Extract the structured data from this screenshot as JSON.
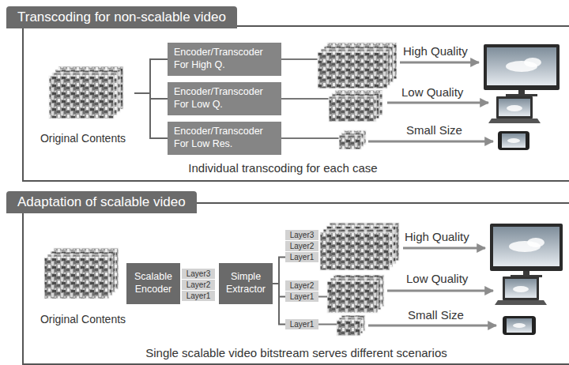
{
  "diagram": {
    "nodes": [
      {
        "text": [
          "Transcoding for non-scalable video",
          "Individual transcoding for each case"
        ]
      },
      {
        "text": [
          "Original Contents"
        ],
        "in": 0
      },
      {
        "text": [
          "Encoder/Transcoder For High Q."
        ],
        "in": 0
      },
      {
        "text": [
          "Encoder/Transcoder For Low Q."
        ],
        "in": 0
      },
      {
        "text": [
          "Encoder/Transcoder For Low Res."
        ],
        "in": 0
      },
      {
        "text": [
          "Adaptation of scalable video",
          "Single scalable video bitstream serves different scenarios"
        ]
      },
      {
        "text": [
          "Original Contents"
        ],
        "in": 5
      },
      {
        "text": [
          "Scalable Encoder"
        ],
        "in": 5
      },
      {
        "text": [
          "Layer3"
        ],
        "in": 5
      },
      {
        "text": [
          "Layer2"
        ],
        "in": 5
      },
      {
        "text": [
          "Layer1"
        ],
        "in": 5
      },
      {
        "text": [
          "Simple Extractor"
        ],
        "in": 5
      },
      {
        "text": [
          "Layer3"
        ],
        "in": 5
      },
      {
        "text": [
          "Layer2"
        ],
        "in": 5
      },
      {
        "text": [
          "Layer1"
        ],
        "in": 5
      },
      {
        "text": [
          "Layer2"
        ],
        "in": 5
      },
      {
        "text": [
          "Layer1"
        ],
        "in": 5
      },
      {
        "text": [
          "Layer1"
        ],
        "in": 5
      }
    ],
    "edges": [
      {
        "from": 1,
        "to": 2,
        "arrow": "none"
      },
      {
        "from": 1,
        "to": 3,
        "arrow": "none"
      },
      {
        "from": 1,
        "to": 4,
        "arrow": "none"
      },
      {
        "from": 11,
        "to": 14,
        "arrow": "none"
      },
      {
        "from": 11,
        "to": 16,
        "arrow": "none"
      },
      {
        "from": 11,
        "to": 17,
        "arrow": "none"
      }
    ],
    "labels": [
      "High Quality",
      "Low Quality",
      "Small Size",
      "High Quality",
      "Low Quality",
      "Small Size"
    ]
  }
}
